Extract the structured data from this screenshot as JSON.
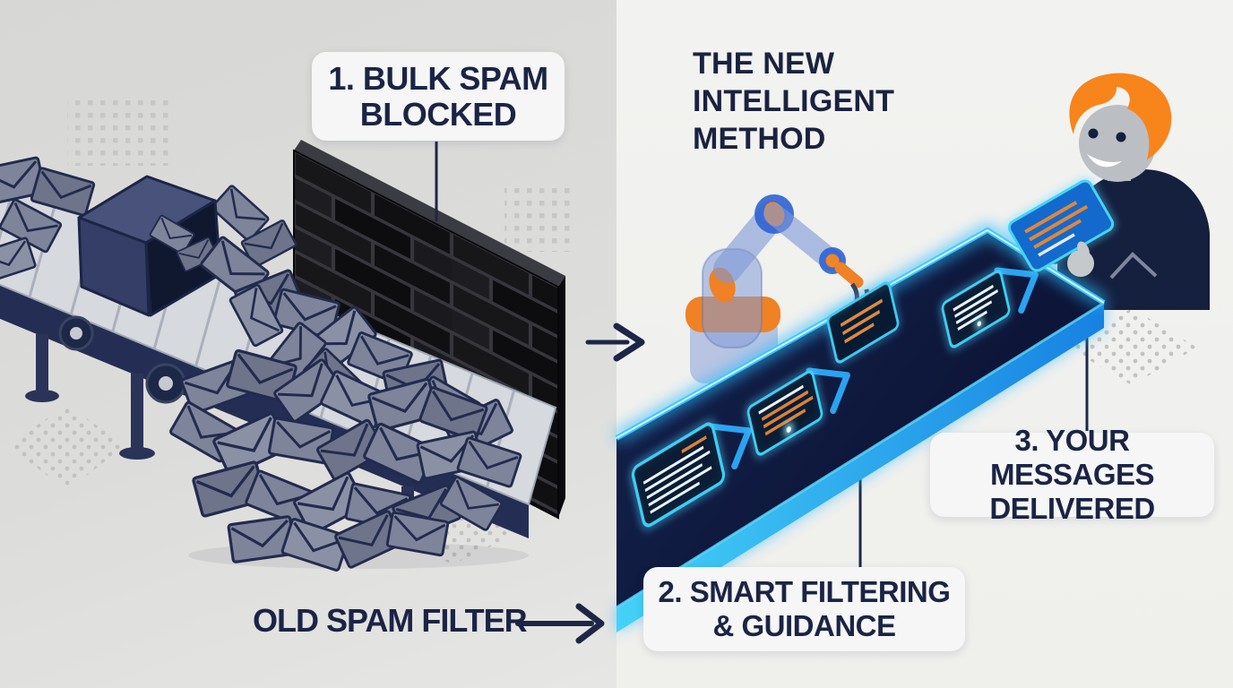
{
  "scene": {
    "left": {
      "step1_label": "1. BULK SPAM\nBLOCKED",
      "method_label": "OLD SPAM FILTER"
    },
    "right": {
      "title": "THE NEW\nINTELLIGENT\nMETHOD",
      "step2_label": "2. SMART FILTERING\n& GUIDANCE",
      "step3_label": "3. YOUR MESSAGES\nDELIVERED"
    },
    "colors": {
      "text_navy": "#1b2445",
      "label_bg": "#f5f6f5",
      "left_bg": "#d9d9d8",
      "right_bg": "#f1f1ef",
      "accent_orange": "#f5831f",
      "glow_cyan": "#41d0ff",
      "belt_blue": "#1f8fe8",
      "wall_black": "#141417",
      "envelope_gray": "#7e8499"
    }
  }
}
